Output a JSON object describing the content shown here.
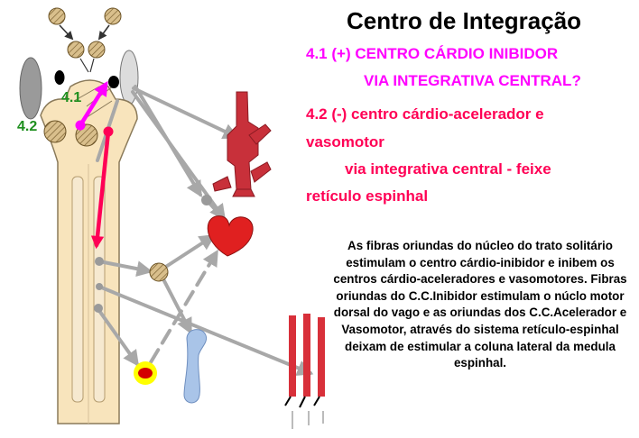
{
  "title": "Centro de Integração",
  "item_41": {
    "line1": "4.1  (+) CENTRO CÁRDIO INIBIDOR",
    "line2": "VIA INTEGRATIVA CENTRAL?"
  },
  "item_42": {
    "line1": "4.2  (-) centro cárdio-acelerador e",
    "line2": "vasomotor",
    "line3": "via integrativa central - feixe",
    "line4": "retículo espinhal"
  },
  "explanation": "As fibras oriundas do núcleo do trato solitário estimulam o centro cárdio-inibidor e inibem os centros cárdio-aceleradores e vasomotores.  Fibras oriundas do C.C.Inibidor estimulam o núclo motor dorsal do vago e as oriundas dos C.C.Acelerador e Vasomotor, através do sistema retículo-espinhal deixam de estimular a coluna lateral da medula espinhal.",
  "labels": {
    "center_41": "4.1",
    "center_42": "4.2"
  },
  "colors": {
    "magenta": "#ff00ff",
    "pink_red": "#ff0055",
    "label_green": "#1e8f1e",
    "arrow_gray": "#a8a8a8",
    "spinal_cord": "#f8e4bc",
    "heart_red": "#e02020",
    "ganglion": "#d9bf8c",
    "vagus_blue": "#a9c4e8",
    "vessel_red": "#c8303a"
  }
}
